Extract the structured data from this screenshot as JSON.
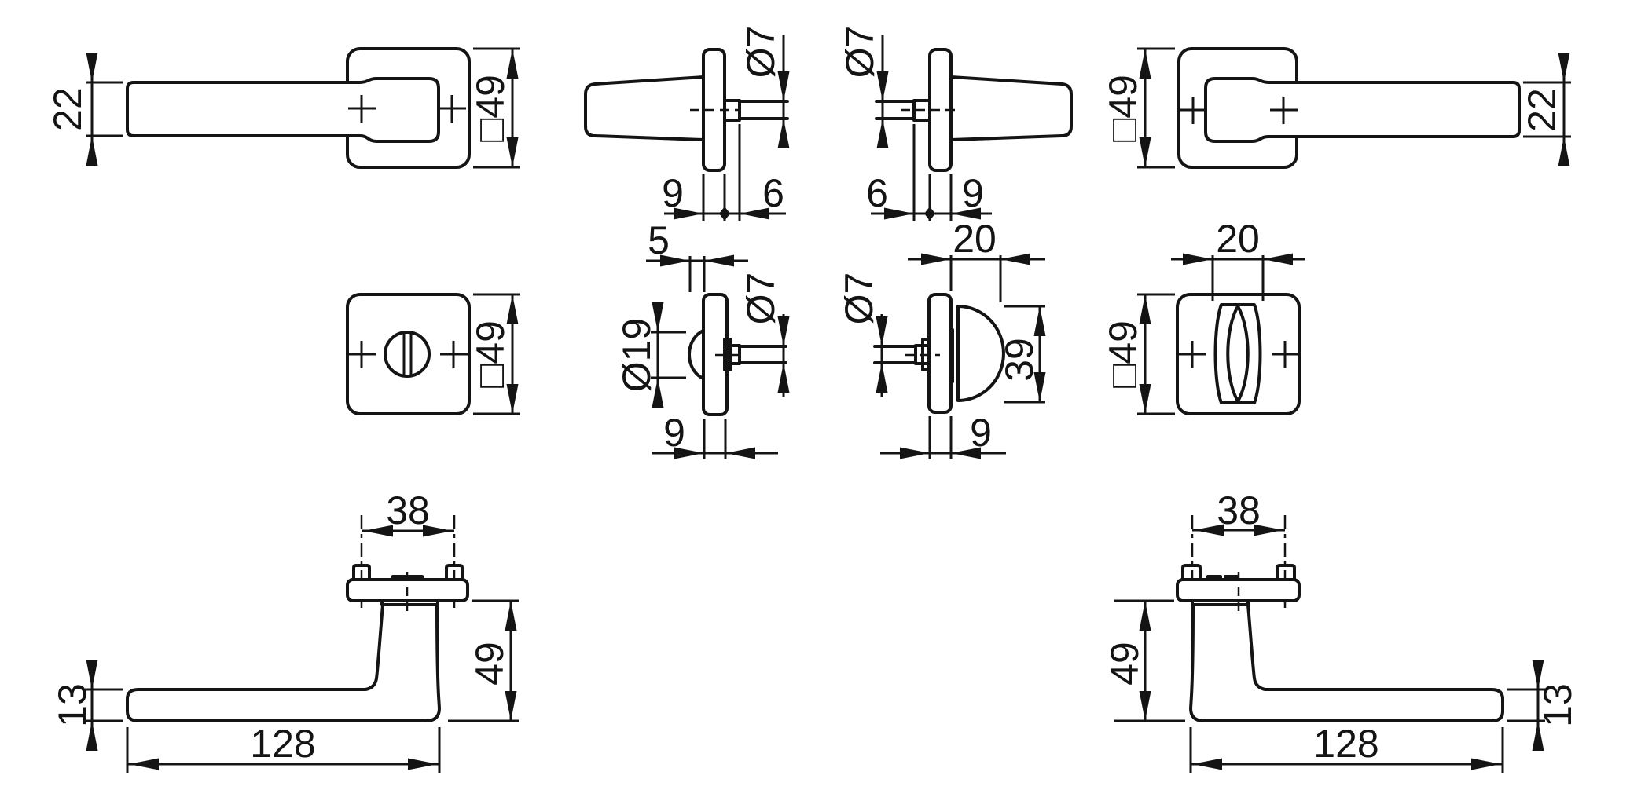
{
  "colors": {
    "background": "#ffffff",
    "line": "#141414"
  },
  "views": {
    "front_left": {
      "dims": {
        "lever_height": "22",
        "rosette_size": "□49"
      }
    },
    "side_left": {
      "dims": {
        "pin_diameter": "Ø7",
        "rosette_thickness": "9",
        "spindle_length": "6"
      }
    },
    "side_right": {
      "dims": {
        "pin_diameter": "Ø7",
        "spindle_length": "6",
        "rosette_thickness": "9"
      }
    },
    "front_right": {
      "dims": {
        "rosette_size": "□49",
        "lever_height": "22"
      }
    },
    "wc_rosette_outside": {
      "dims": {
        "rosette_size": "□49"
      }
    },
    "wc_side_outside": {
      "dims": {
        "release_offset": "5",
        "release_diameter": "Ø19",
        "pin_diameter": "Ø7",
        "rosette_thickness": "9"
      }
    },
    "wc_side_inside": {
      "dims": {
        "knob_depth": "20",
        "pin_diameter": "Ø7",
        "knob_height": "39",
        "rosette_thickness": "9"
      }
    },
    "wc_rosette_inside": {
      "dims": {
        "knob_width": "20",
        "rosette_size": "□49"
      }
    },
    "top_view_left": {
      "dims": {
        "screw_distance": "38",
        "projection": "49",
        "grip_thickness": "13",
        "length": "128"
      }
    },
    "top_view_right": {
      "dims": {
        "screw_distance": "38",
        "projection": "49",
        "grip_thickness": "13",
        "length": "128"
      }
    }
  }
}
